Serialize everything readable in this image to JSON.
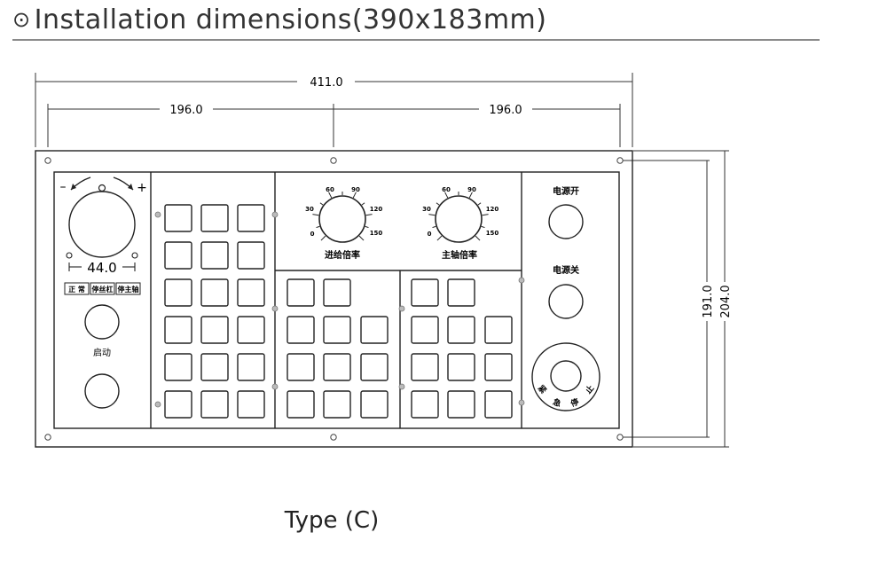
{
  "title": "Installation dimensions(390x183mm)",
  "title_symbol": "⊙",
  "caption": "Type (C)",
  "dimensions": {
    "overall_width": "411.0",
    "left_half": "196.0",
    "right_half": "196.0",
    "inner_height": "191.0",
    "outer_height": "204.0"
  },
  "spindle_panel": {
    "minus_label": "–",
    "plus_label": "+",
    "readout": "44.0",
    "mode_labels": [
      "正 常",
      "停丝杠",
      "停主轴"
    ],
    "start_label": "启动"
  },
  "dials": [
    {
      "name": "进给倍率",
      "scale": [
        "0",
        "30",
        "60",
        "90",
        "120",
        "150"
      ]
    },
    {
      "name": "主轴倍率",
      "scale": [
        "0",
        "30",
        "60",
        "90",
        "120",
        "150"
      ]
    }
  ],
  "power": {
    "on_label": "电源开",
    "off_label": "电源关",
    "estop_chars": [
      "紧",
      "急",
      "停",
      "止"
    ]
  },
  "colors": {
    "line": "#222222",
    "dim_line": "#333333",
    "title_rule": "#8a8a8a"
  }
}
